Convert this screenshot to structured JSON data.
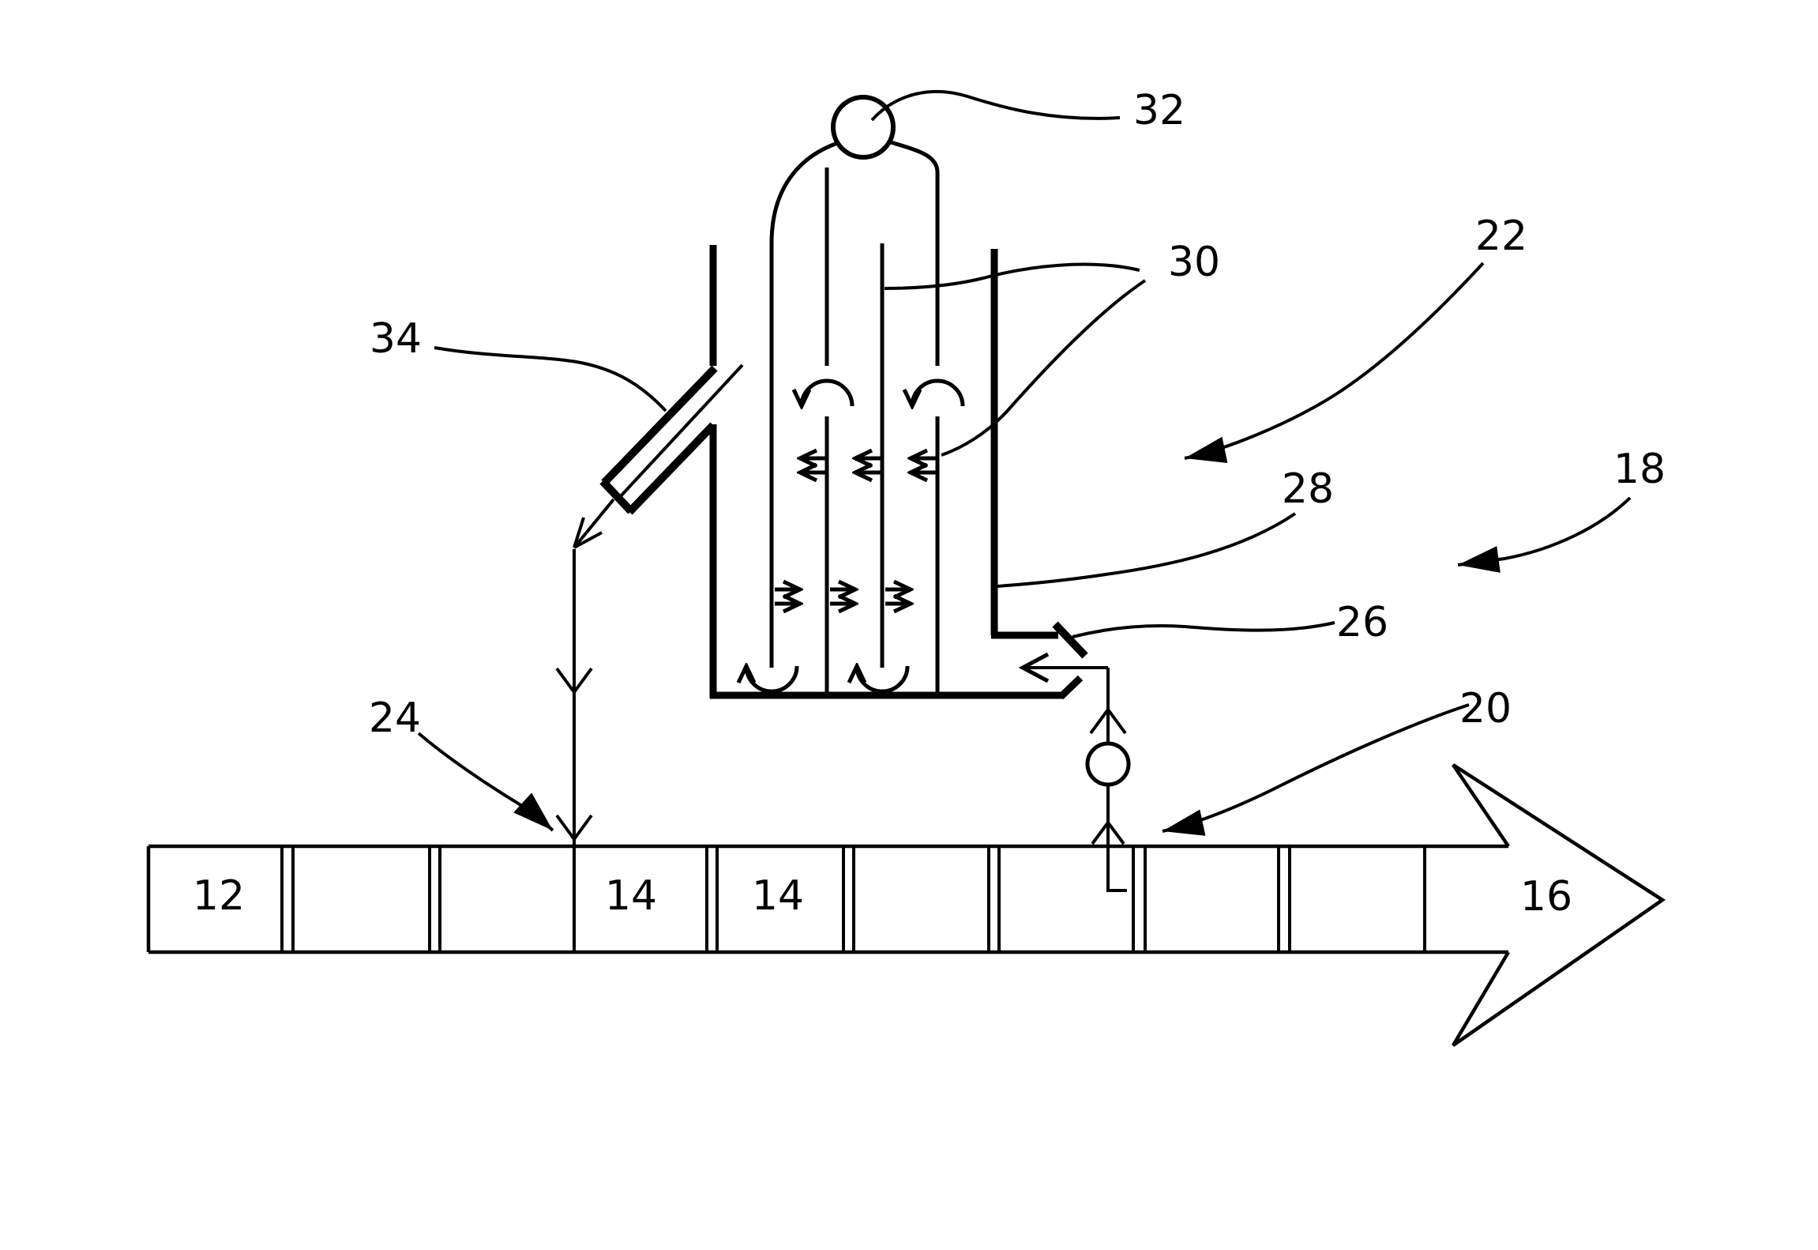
{
  "figure": {
    "colors": {
      "ink": "#000000",
      "background": "#ffffff"
    },
    "reference_numerals": {
      "ref_12": "12",
      "ref_14a": "14",
      "ref_14b": "14",
      "ref_16": "16",
      "ref_18": "18",
      "ref_20": "20",
      "ref_22": "22",
      "ref_24": "24",
      "ref_26": "26",
      "ref_28": "28",
      "ref_30": "30",
      "ref_32": "32",
      "ref_34": "34"
    }
  }
}
